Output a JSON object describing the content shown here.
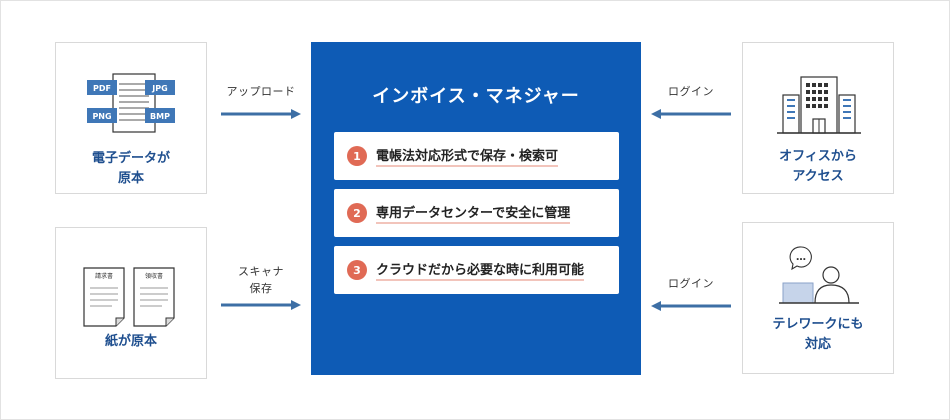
{
  "colors": {
    "brand_blue": "#0e5bb5",
    "label_navy": "#1f4f8f",
    "number_badge": "#e06a55",
    "underline": "#f2c4bb",
    "arrow": "#3d6fa5",
    "file_badge": "#3f77b7"
  },
  "left_cards": {
    "digital": {
      "label": "電子データが\n原本",
      "file_types": [
        "PDF",
        "JPG",
        "PNG",
        "BMP"
      ]
    },
    "paper": {
      "label": "紙が原本",
      "docs": [
        "請求書",
        "領収書"
      ]
    }
  },
  "arrows": {
    "upload": "アップロード",
    "scan": "スキャナ\n保存",
    "login_office": "ログイン",
    "login_remote": "ログイン"
  },
  "main": {
    "title": "インボイス・マネジャー",
    "features": [
      {
        "num": "1",
        "text": "電帳法対応形式で保存・検索可"
      },
      {
        "num": "2",
        "text": "専用データセンターで安全に管理"
      },
      {
        "num": "3",
        "text": "クラウドだから必要な時に利用可能"
      }
    ]
  },
  "right_cards": {
    "office": {
      "label": "オフィスから\nアクセス",
      "icon": "office-building-icon"
    },
    "remote": {
      "label": "テレワークにも\n対応",
      "icon": "telework-person-icon",
      "bubble": "…"
    }
  }
}
